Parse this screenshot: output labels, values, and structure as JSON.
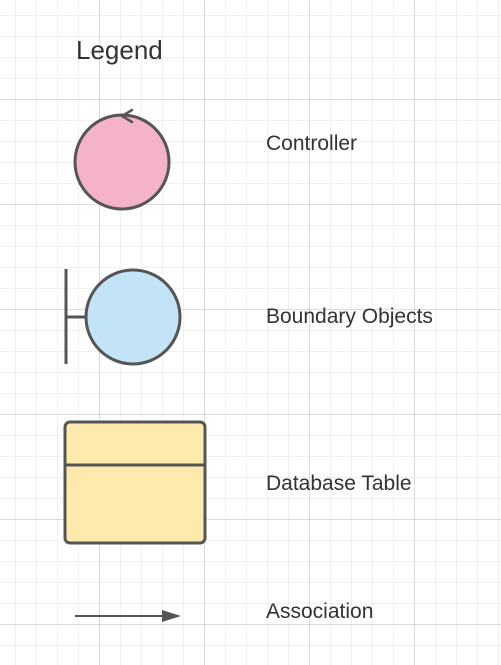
{
  "legend": {
    "title": "Legend",
    "items": [
      {
        "symbol": "controller-icon",
        "label": "Controller",
        "fill": "#f4b3c6"
      },
      {
        "symbol": "boundary-object-icon",
        "label": "Boundary Objects",
        "fill": "#c3e3f7"
      },
      {
        "symbol": "database-table-icon",
        "label": "Database Table",
        "fill": "#ffeaad"
      },
      {
        "symbol": "association-arrow-icon",
        "label": "Association"
      }
    ]
  },
  "colors": {
    "stroke": "#555555",
    "text": "#333333"
  }
}
